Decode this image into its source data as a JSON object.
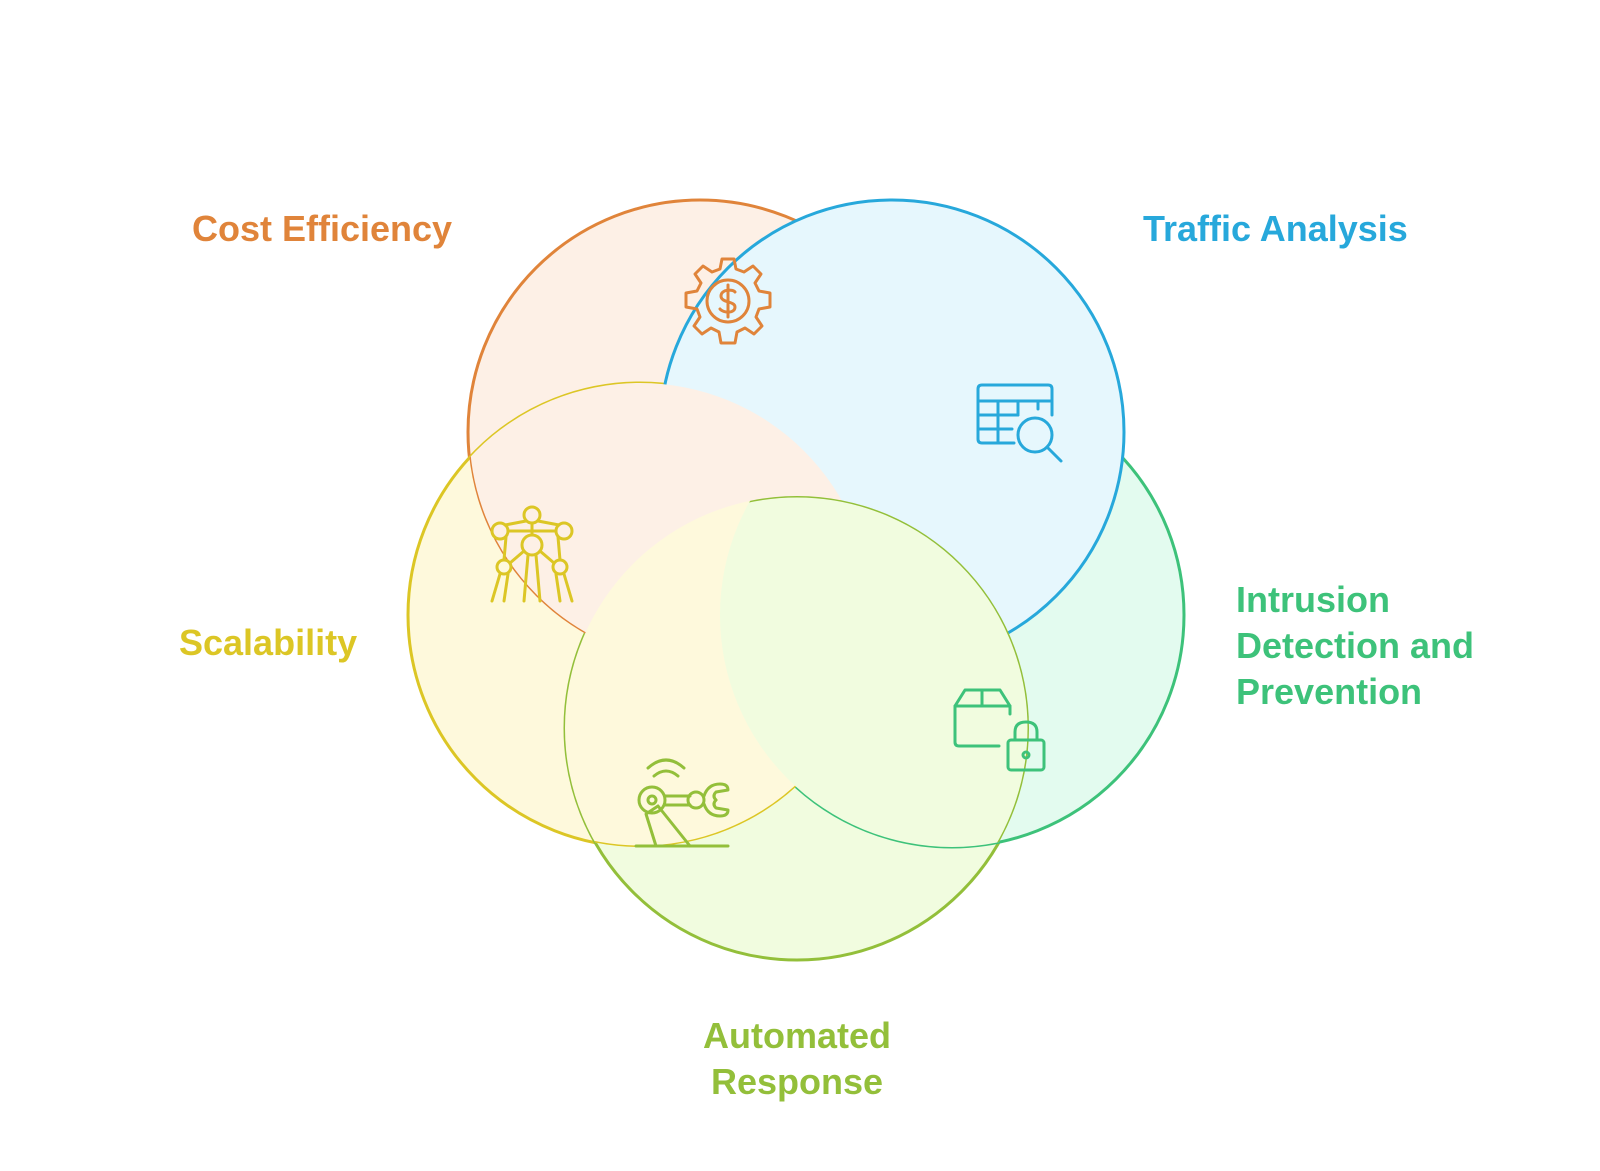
{
  "diagram": {
    "segments": [
      {
        "id": "cost-efficiency",
        "label_lines": [
          "Cost Efficiency"
        ],
        "icon": "dollar-gear-icon",
        "stroke": "#E0843A",
        "fill": "#FDF0E6"
      },
      {
        "id": "traffic-analysis",
        "label_lines": [
          "Traffic Analysis"
        ],
        "icon": "table-search-icon",
        "stroke": "#27A8DB",
        "fill": "#E6F7FD"
      },
      {
        "id": "intrusion-detection",
        "label_lines": [
          "Intrusion",
          "Detection and",
          "Prevention"
        ],
        "icon": "box-lock-icon",
        "stroke": "#3DC27A",
        "fill": "#E3FBEF"
      },
      {
        "id": "automated-response",
        "label_lines": [
          "Automated",
          "Response"
        ],
        "icon": "robotic-arm-icon",
        "stroke": "#93BF3A",
        "fill": "#F1FCDF"
      },
      {
        "id": "scalability",
        "label_lines": [
          "Scalability"
        ],
        "icon": "network-tower-icon",
        "stroke": "#DCC625",
        "fill": "#FEF9DC"
      }
    ]
  }
}
